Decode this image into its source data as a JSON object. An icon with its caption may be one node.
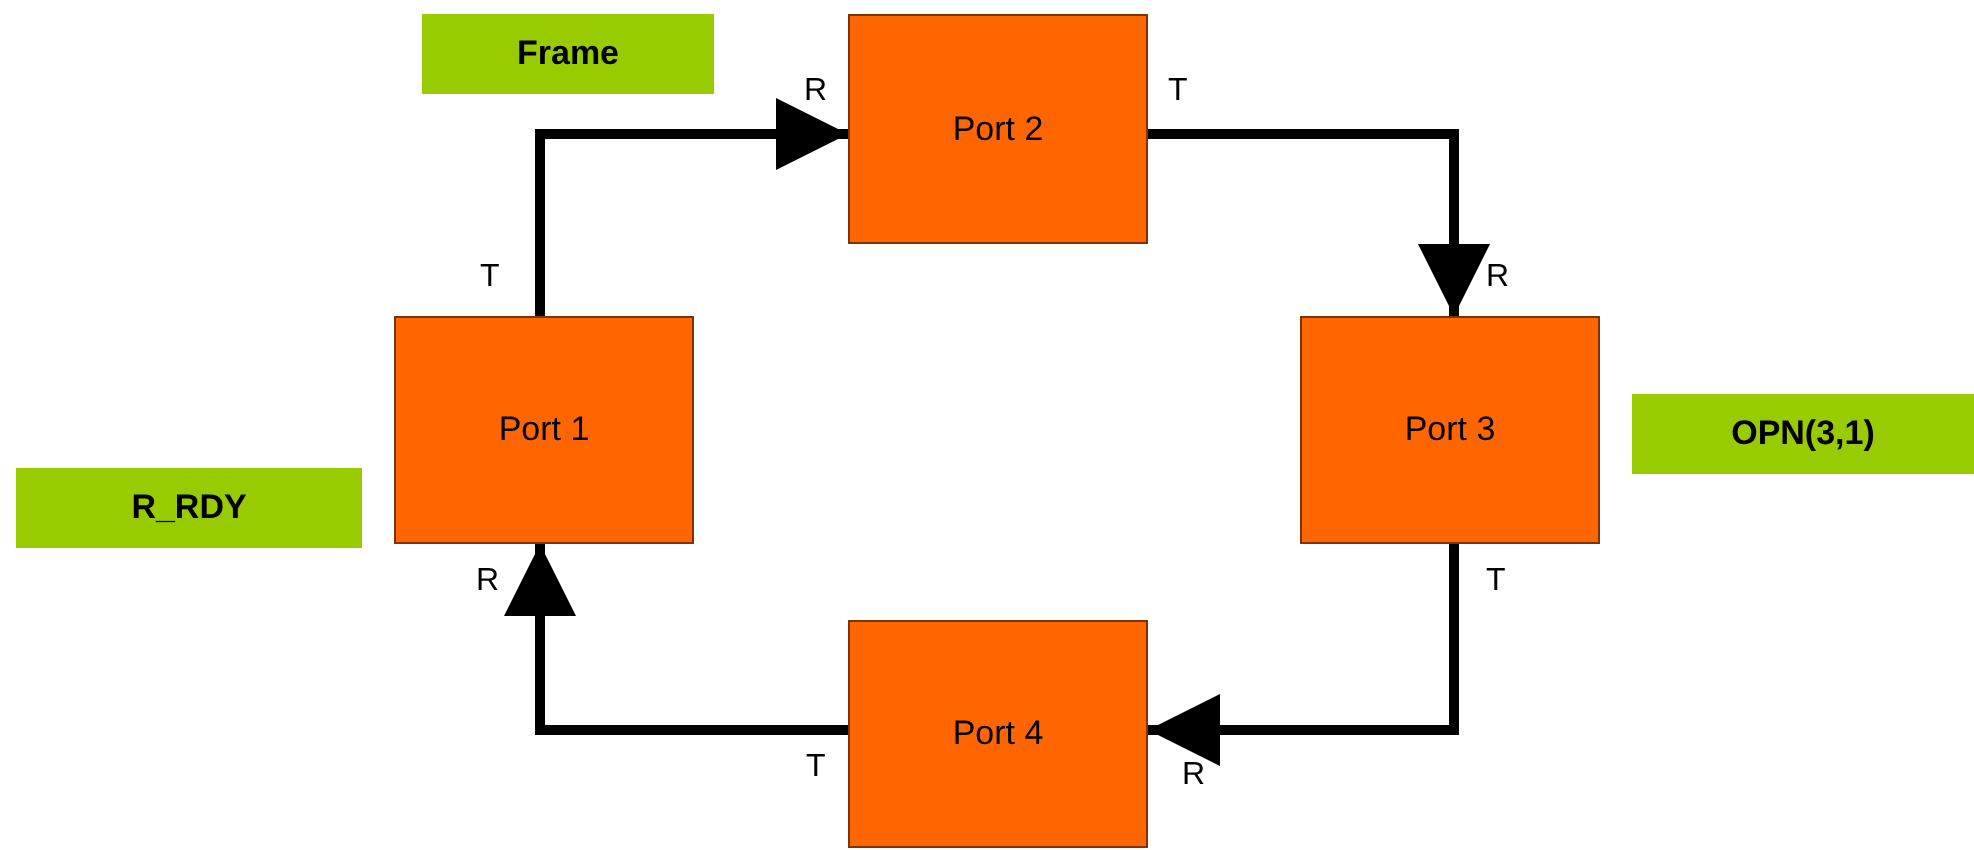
{
  "diagram": {
    "nodes": [
      {
        "text": [
          "Frame"
        ]
      },
      {
        "text": [
          "Port 2"
        ]
      },
      {
        "text": [
          "Port 1"
        ]
      },
      {
        "text": [
          "Port 3"
        ]
      },
      {
        "text": [
          "OPN(3,1)"
        ]
      },
      {
        "text": [
          "R_RDY"
        ]
      },
      {
        "text": [
          "Port 4"
        ]
      }
    ],
    "edges": [
      {
        "from": 2,
        "to": 1,
        "arrow": "to"
      },
      {
        "from": 1,
        "to": 3,
        "arrow": "to"
      },
      {
        "from": 3,
        "to": 6,
        "arrow": "to"
      },
      {
        "from": 6,
        "to": 2,
        "arrow": "to"
      }
    ],
    "labels": [
      "R",
      "T",
      "T",
      "R",
      "R",
      "T",
      "T",
      "R"
    ]
  }
}
